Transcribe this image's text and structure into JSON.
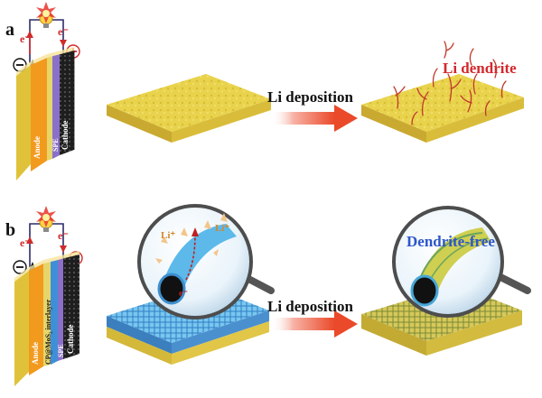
{
  "panels": {
    "a": {
      "letter": "a",
      "cell_layers": [
        "Anode",
        "SPE",
        "Cathode"
      ],
      "electron_left": "e⁻",
      "electron_right": "e⁻",
      "arrow_text": "Li deposition",
      "result_text": "Li dendrite"
    },
    "b": {
      "letter": "b",
      "cell_layers": [
        "Anode",
        "CP@MoS₂ interlayer",
        "SPE",
        "Cathode"
      ],
      "electron_left": "e⁻",
      "electron_right": "e⁻",
      "arrow_text": "Li deposition",
      "result_text": "Dendrite-free",
      "ion_label_1": "Li⁺",
      "ion_label_2": "Li⁺",
      "electron_label": "e⁻"
    }
  },
  "colors": {
    "anode": "#f29a1e",
    "lithium": "#e7d04a",
    "spe": "#8a70c8",
    "interlayer": "#3f8fd8",
    "cathode": "#1d1d1d",
    "dendrite": "#d4282b",
    "free_text": "#2d56c9",
    "carbon_paper": "#4fb3e8",
    "arrow": "#ee5a3a"
  },
  "icons": [
    "bulb-icon",
    "spark-icon",
    "minus-terminal-icon",
    "plus-terminal-icon",
    "magnifier-icon"
  ]
}
